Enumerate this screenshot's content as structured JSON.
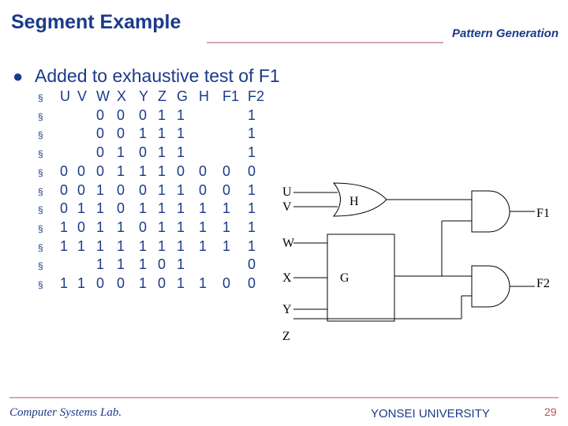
{
  "header": {
    "title": "Segment Example",
    "subtitle": "Pattern Generation"
  },
  "main": {
    "bullet": "Added to exhaustive test of F1",
    "headers": [
      "U",
      "V",
      "W",
      "X",
      "Y",
      "Z",
      "G",
      "H",
      "F1",
      "F2"
    ],
    "rows": [
      [
        "",
        "",
        "0",
        "0",
        "0",
        "1",
        "1",
        "",
        "",
        "1"
      ],
      [
        "",
        "",
        "0",
        "0",
        "1",
        "1",
        "1",
        "",
        "",
        "1"
      ],
      [
        "",
        "",
        "0",
        "1",
        "0",
        "1",
        "1",
        "",
        "",
        "1"
      ],
      [
        "0",
        "0",
        "0",
        "1",
        "1",
        "1",
        "0",
        "0",
        "0",
        "0"
      ],
      [
        "0",
        "0",
        "1",
        "0",
        "0",
        "1",
        "1",
        "0",
        "0",
        "1"
      ],
      [
        "0",
        "1",
        "1",
        "0",
        "1",
        "1",
        "1",
        "1",
        "1",
        "1"
      ],
      [
        "1",
        "0",
        "1",
        "1",
        "0",
        "1",
        "1",
        "1",
        "1",
        "1"
      ],
      [
        "1",
        "1",
        "1",
        "1",
        "1",
        "1",
        "1",
        "1",
        "1",
        "1"
      ],
      [
        "",
        "",
        "1",
        "1",
        "1",
        "0",
        "1",
        "",
        "",
        "0"
      ],
      [
        "1",
        "1",
        "0",
        "0",
        "1",
        "0",
        "1",
        "1",
        "0",
        "0"
      ]
    ]
  },
  "circuit": {
    "inputs": [
      "U",
      "V",
      "W",
      "X",
      "Y",
      "Z"
    ],
    "blocks": [
      "H",
      "G"
    ],
    "outputs": [
      "F1",
      "F2"
    ]
  },
  "footer": {
    "lab": "Computer Systems Lab.",
    "university": "YONSEI UNIVERSITY",
    "page": "29"
  },
  "colors": {
    "text": "#1a3a8a",
    "rule": "#d6a7b6",
    "page_number": "#c0504d"
  }
}
